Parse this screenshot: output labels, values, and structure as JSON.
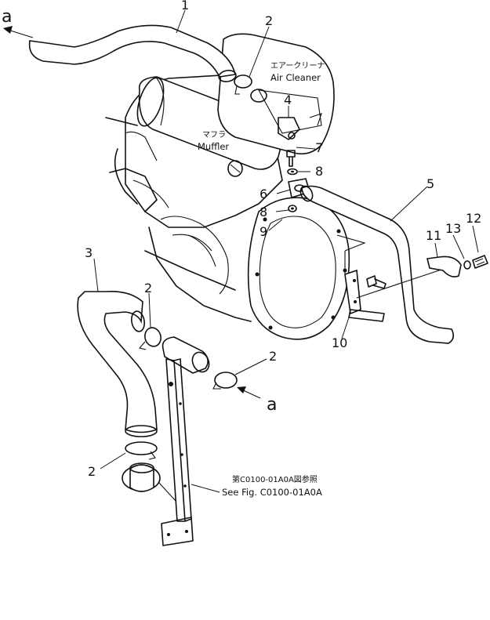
{
  "callouts": [
    "1",
    "2",
    "2",
    "2",
    "2",
    "3",
    "4",
    "5",
    "6",
    "7",
    "8",
    "8",
    "9",
    "10",
    "11",
    "12",
    "13"
  ],
  "ref_letter": "a",
  "labels": {
    "air_cleaner_jp": "エアークリーナ",
    "air_cleaner_en": "Air Cleaner",
    "muffler_jp": "マフラ",
    "muffler_en": "Muffler",
    "see_fig_jp": "第C0100-01A0A図参照",
    "see_fig_en": "See Fig. C0100-01A0A"
  }
}
